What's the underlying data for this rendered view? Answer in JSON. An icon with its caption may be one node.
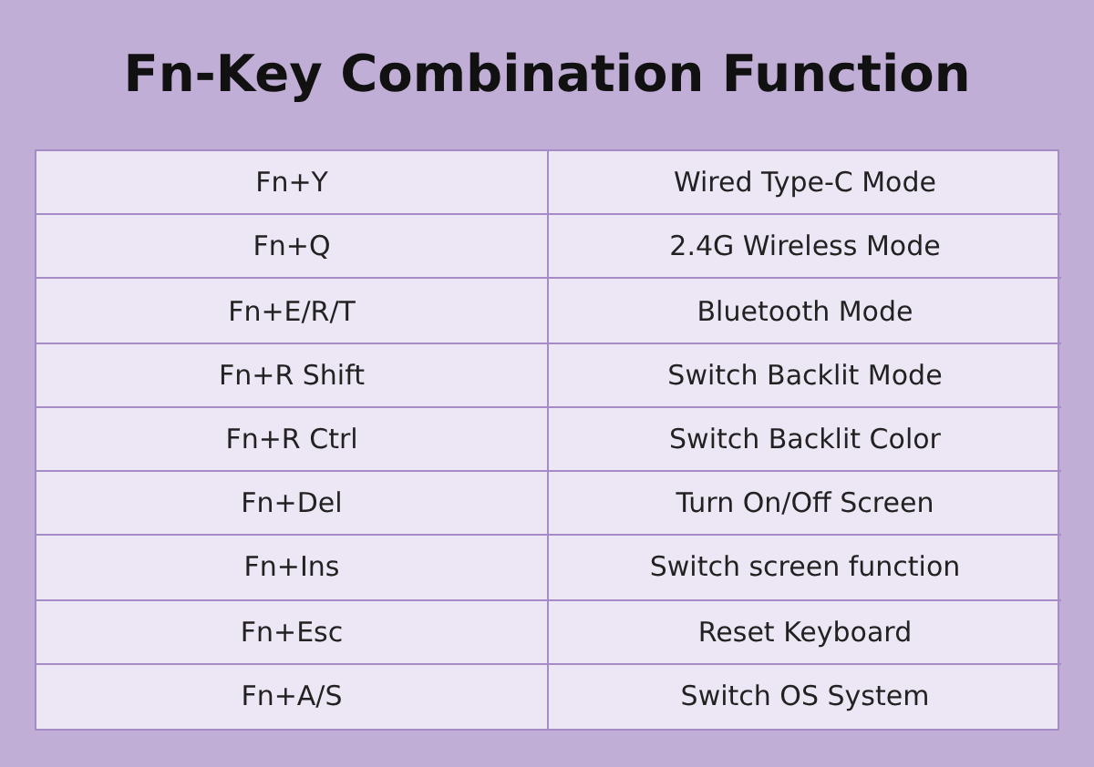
{
  "diagram": {
    "title": "Fn-Key Combination Function",
    "labels": [
      "Fn+Y",
      "Wired Type-C Mode",
      "Fn+Q",
      "2.4G Wireless Mode",
      "Fn+E/R/T",
      "Bluetooth Mode",
      "Fn+R Shift",
      "Switch Backlit Mode",
      "Fn+R Ctrl",
      "Switch Backlit Color",
      "Fn+Del",
      "Turn On/Off Screen",
      "Fn+Ins",
      "Switch screen function",
      "Fn+Esc",
      "Reset Keyboard",
      "Fn+A/S",
      "Switch OS System"
    ]
  }
}
